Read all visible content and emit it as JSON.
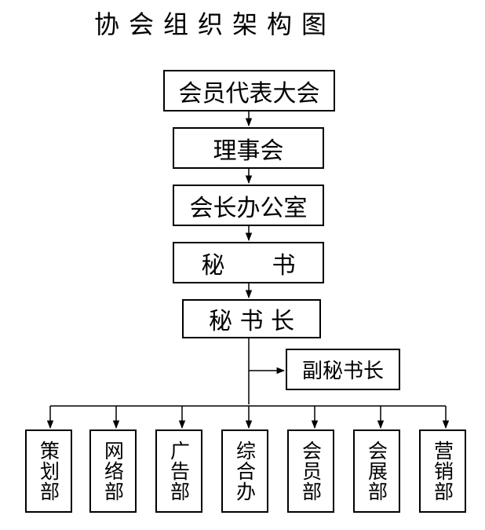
{
  "title": "协会组织架构图",
  "nodes": {
    "assembly": "会员代表大会",
    "council": "理事会",
    "president_office": "会长办公室",
    "secretary": "秘　　书",
    "secretary_general": "秘 书 长",
    "deputy_secretary_general": "副秘书长"
  },
  "departments": [
    {
      "label": "策划部"
    },
    {
      "label": "网络部"
    },
    {
      "label": "广告部"
    },
    {
      "label": "综合办"
    },
    {
      "label": "会员部"
    },
    {
      "label": "会展部"
    },
    {
      "label": "营销部"
    }
  ]
}
